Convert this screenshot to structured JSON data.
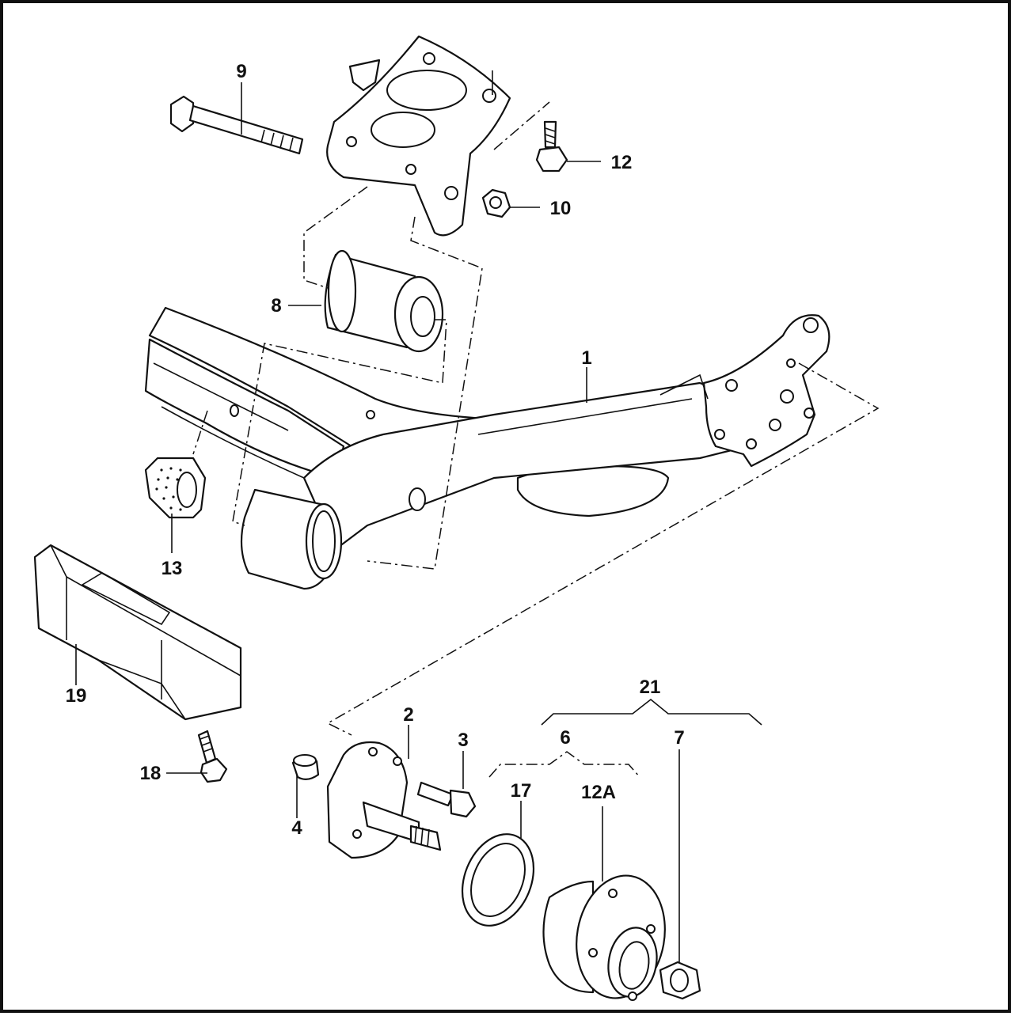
{
  "diagram": {
    "style": "exploded parts diagram",
    "line_color": "#111111",
    "background": "#ffffff",
    "callouts": [
      {
        "id": "c1",
        "text": "1",
        "part": "rear-axle-beam"
      },
      {
        "id": "c2",
        "text": "2",
        "part": "stub-axle"
      },
      {
        "id": "c3",
        "text": "3",
        "part": "stub-axle-bolt"
      },
      {
        "id": "c4",
        "text": "4",
        "part": "plug"
      },
      {
        "id": "c6",
        "text": "6",
        "part": "bearing-kit-group"
      },
      {
        "id": "c7",
        "text": "7",
        "part": "axle-nut"
      },
      {
        "id": "c8",
        "text": "8",
        "part": "bushing"
      },
      {
        "id": "c9",
        "text": "9",
        "part": "long-bolt"
      },
      {
        "id": "c10",
        "text": "10",
        "part": "nut"
      },
      {
        "id": "c12",
        "text": "12",
        "part": "mounting-bracket-bolt"
      },
      {
        "id": "c12a",
        "text": "12A",
        "part": "wheel-hub"
      },
      {
        "id": "c13",
        "text": "13",
        "part": "bump-stop"
      },
      {
        "id": "c17",
        "text": "17",
        "part": "abs-ring"
      },
      {
        "id": "c18",
        "text": "18",
        "part": "shield-bolt"
      },
      {
        "id": "c19",
        "text": "19",
        "part": "heat-shield"
      },
      {
        "id": "c21",
        "text": "21",
        "part": "hub-assembly-group"
      }
    ]
  }
}
